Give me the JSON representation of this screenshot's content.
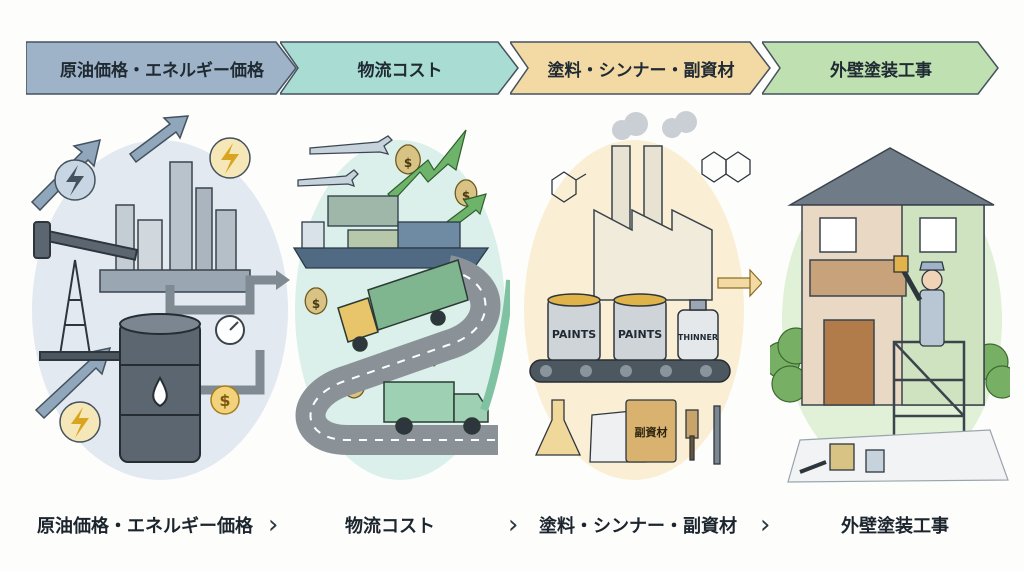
{
  "banners": [
    {
      "label": "原油価格・エネルギー価格",
      "color": "#9fb3c8"
    },
    {
      "label": "物流コスト",
      "color": "#a9dcd2"
    },
    {
      "label": "塗料・シンナー・副資材",
      "color": "#f3d9a4"
    },
    {
      "label": "外壁塗装工事",
      "color": "#bfe0b0"
    }
  ],
  "captions": [
    {
      "label": "原油価格・エネルギー価格"
    },
    {
      "label": "物流コスト"
    },
    {
      "label": "塗料・シンナー・副資材"
    },
    {
      "label": "外壁塗装工事"
    }
  ],
  "can_labels": {
    "paints_1": "PAINTS",
    "paints_2": "PAINTS",
    "thinner": "THINNER",
    "sub_material_bag": "副資材"
  },
  "currency_symbol": "$",
  "colors": {
    "steel": "#5b6670",
    "arrow_blue": "#5a7f9c",
    "arrow_green": "#6db36a",
    "road": "#8a9298",
    "truck_green": "#7fb58f",
    "house_wall": "#e9d8c3",
    "house_trim": "#ffffff",
    "gold": "#e2b24b"
  }
}
